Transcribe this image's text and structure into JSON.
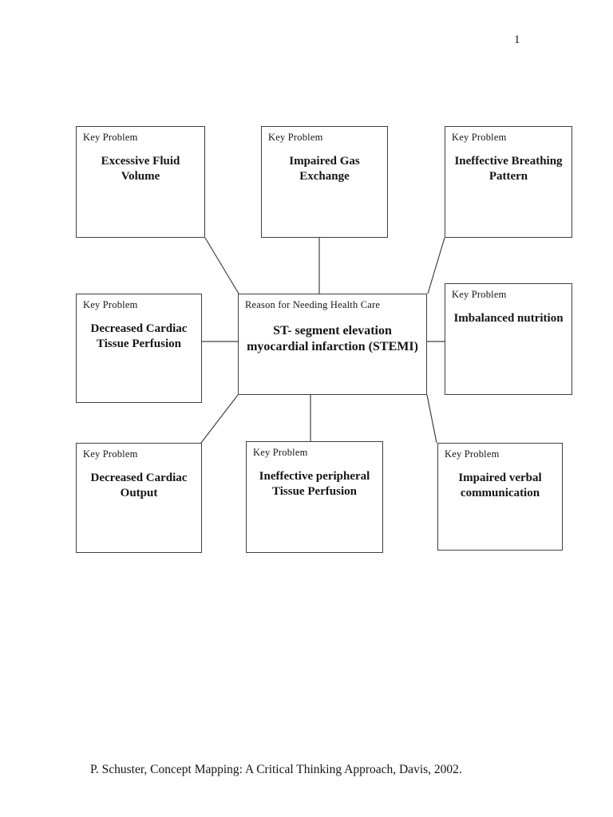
{
  "page": {
    "number": "1",
    "footer_citation": "P. Schuster, Concept Mapping: A Critical Thinking Approach, Davis, 2002."
  },
  "diagram": {
    "center_box": {
      "label": "Reason for Needing Health Care",
      "title": "ST- segment elevation myocardial infarction (STEMI)"
    },
    "boxes": [
      {
        "position": "top-left",
        "label": "Key Problem",
        "title": "Excessive Fluid Volume"
      },
      {
        "position": "top-center",
        "label": "Key Problem",
        "title": "Impaired Gas Exchange"
      },
      {
        "position": "top-right",
        "label": "Key Problem",
        "title": "Ineffective Breathing Pattern"
      },
      {
        "position": "middle-left",
        "label": "Key Problem",
        "title": "Decreased Cardiac Tissue Perfusion"
      },
      {
        "position": "middle-right",
        "label": "Key Problem",
        "title": "Imbalanced nutrition"
      },
      {
        "position": "bottom-left",
        "label": "Key Problem",
        "title": "Decreased Cardiac Output"
      },
      {
        "position": "bottom-center",
        "label": "Key Problem",
        "title": "Ineffective peripheral Tissue Perfusion"
      },
      {
        "position": "bottom-right",
        "label": "Key Problem",
        "title": "Impaired verbal communication"
      }
    ],
    "colors": {
      "border": "#3f3f3f",
      "line": "#404040",
      "text": "#151515",
      "background": "#ffffff"
    }
  }
}
